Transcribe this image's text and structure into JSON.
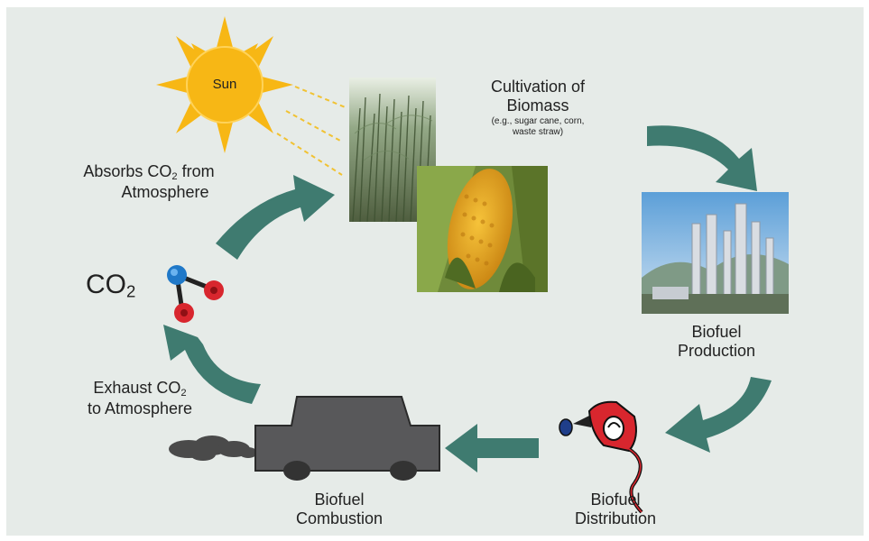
{
  "sun": {
    "label": "Sun"
  },
  "cultivation": {
    "title_1": "Cultivation of",
    "title_2": "Biomass",
    "examples_1": "(e.g., sugar cane, corn,",
    "examples_2": "waste straw)"
  },
  "absorbs": {
    "line1_pre": "Absorbs CO",
    "line1_sub": "2",
    "line1_post": " from",
    "line2": "Atmosphere"
  },
  "co2": {
    "text": "CO",
    "sub": "2"
  },
  "exhaust": {
    "line1_pre": "Exhaust CO",
    "line1_sub": "2",
    "line2": "to Atmosphere"
  },
  "production": {
    "line1": "Biofuel",
    "line2": "Production"
  },
  "distribution": {
    "line1": "Biofuel",
    "line2": "Distribution"
  },
  "combustion": {
    "line1": "Biofuel",
    "line2": "Combustion"
  },
  "colors": {
    "background": "#e6ebe8",
    "arrow": "#3f7b70",
    "sun": "#f7b715",
    "car": "#58585a",
    "oxygen": "#d8262e",
    "carbon": "#1f78c8"
  }
}
